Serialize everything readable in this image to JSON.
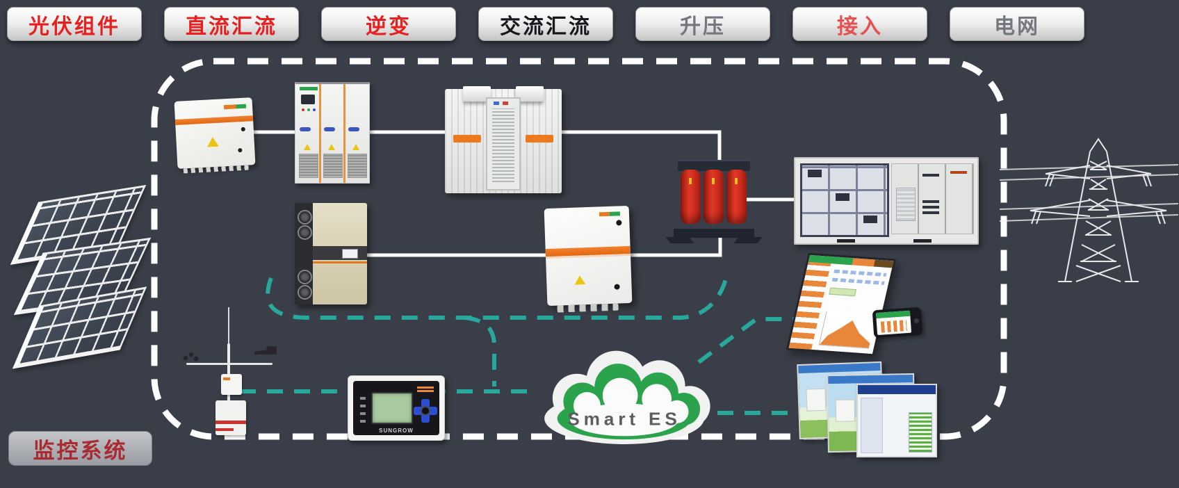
{
  "stages": [
    {
      "label": "光伏组件",
      "text_color": "#e81f1f"
    },
    {
      "label": "直流汇流",
      "text_color": "#e81f1f"
    },
    {
      "label": "逆变",
      "text_color": "#e81f1f"
    },
    {
      "label": "交流汇流",
      "text_color": "#17171d"
    },
    {
      "label": "升压",
      "text_color": "#74777d"
    },
    {
      "label": "接入",
      "text_color": "#e85050"
    },
    {
      "label": "电网",
      "text_color": "#74777d"
    }
  ],
  "monitoring": {
    "label": "监控系统",
    "text_color": "#a92a30"
  },
  "cloud": {
    "label": "Smart ES"
  },
  "controller": {
    "brand": "SUNGROW"
  },
  "icons": {
    "solar-panel-icon": "tilted grid of dark PV cells with white frame",
    "dc-combiner-icon": "white box, orange stripe, warning triangle",
    "inverter-cabinet-icon": "three-door white cabinet with vents",
    "battery-container-icon": "white ribbed container with orange labels",
    "transformer-icon": "three red coil dry-type transformer",
    "switchgear-icon": "wide cabinet with panel grid",
    "transmission-tower-icon": "white lattice pylon with wires",
    "central-inverter-icon": "beige inverter with fan column",
    "ac-combiner-icon": "white box with orange stripe",
    "weather-station-icon": "mast with anemometer and vane",
    "data-logger-icon": "black panel, green LCD, blue d-pad",
    "cloud-icon": "green and white layered cloud",
    "dashboard-monitor-icon": "web dashboard with orange chart",
    "smartphone-icon": "landscape phone with bar chart",
    "scada-screens-icon": "stack of three monitoring windows"
  },
  "colors": {
    "background": "#3a3e48",
    "power_line": "#ffffff",
    "monitor_line": "#28a89c",
    "accent_orange": "#f07818",
    "brand_green": "#2ba24c",
    "transformer_red": "#d8281e"
  }
}
